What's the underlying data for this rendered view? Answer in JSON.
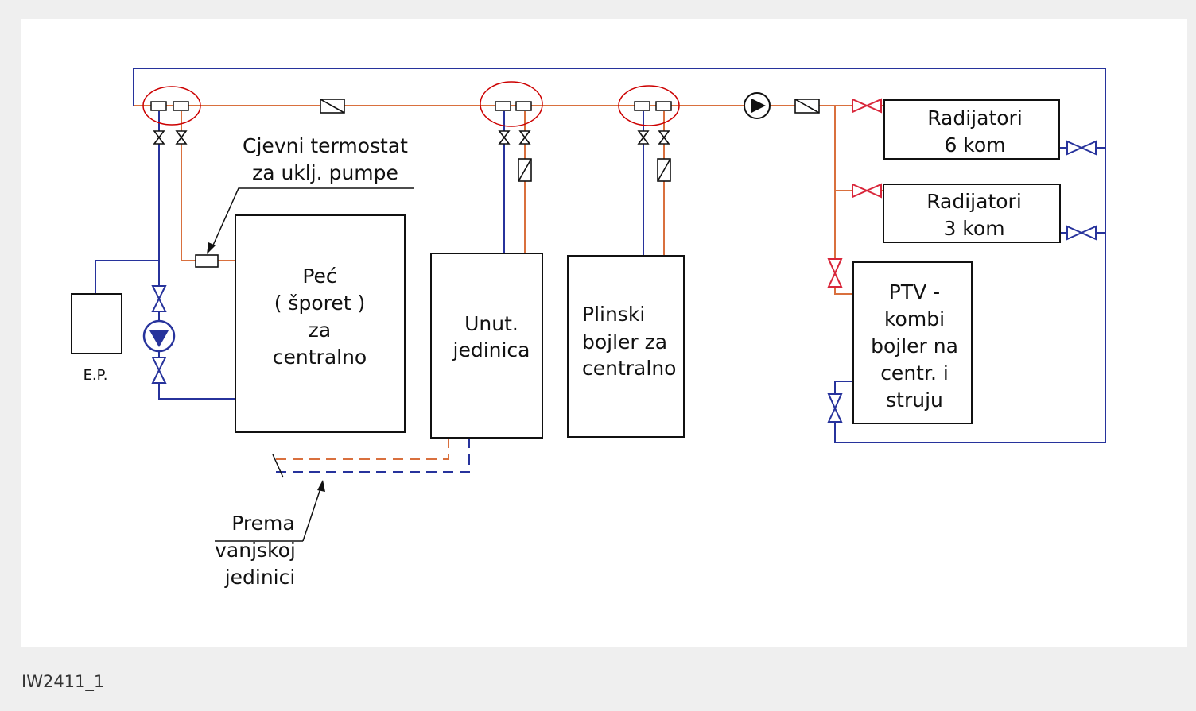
{
  "diagram": {
    "boxes": {
      "pec": [
        "Peć",
        "( šporet )",
        "za",
        "centralno"
      ],
      "unut": [
        "Unut.",
        "jedinica"
      ],
      "plinski": [
        "Plinski",
        "bojler za",
        "centralno"
      ],
      "rad6": [
        "Radijatori",
        "6 kom"
      ],
      "rad3": [
        "Radijatori",
        "3 kom"
      ],
      "ptv": [
        "PTV -",
        "kombi",
        "bojler na",
        "centr. i",
        "struju"
      ],
      "ep": "E.P."
    },
    "labels": {
      "thermostat": [
        "Cjevni termostat",
        "za uklj. pumpe"
      ],
      "prema": [
        "Prema",
        "vanjskoj",
        "jedinici"
      ]
    }
  },
  "caption": "IW2411_1",
  "colors": {
    "supply": "#d9703e",
    "return": "#27339c",
    "valve_red": "#d9263a",
    "highlight": "#cc0000",
    "outline": "#111111"
  }
}
